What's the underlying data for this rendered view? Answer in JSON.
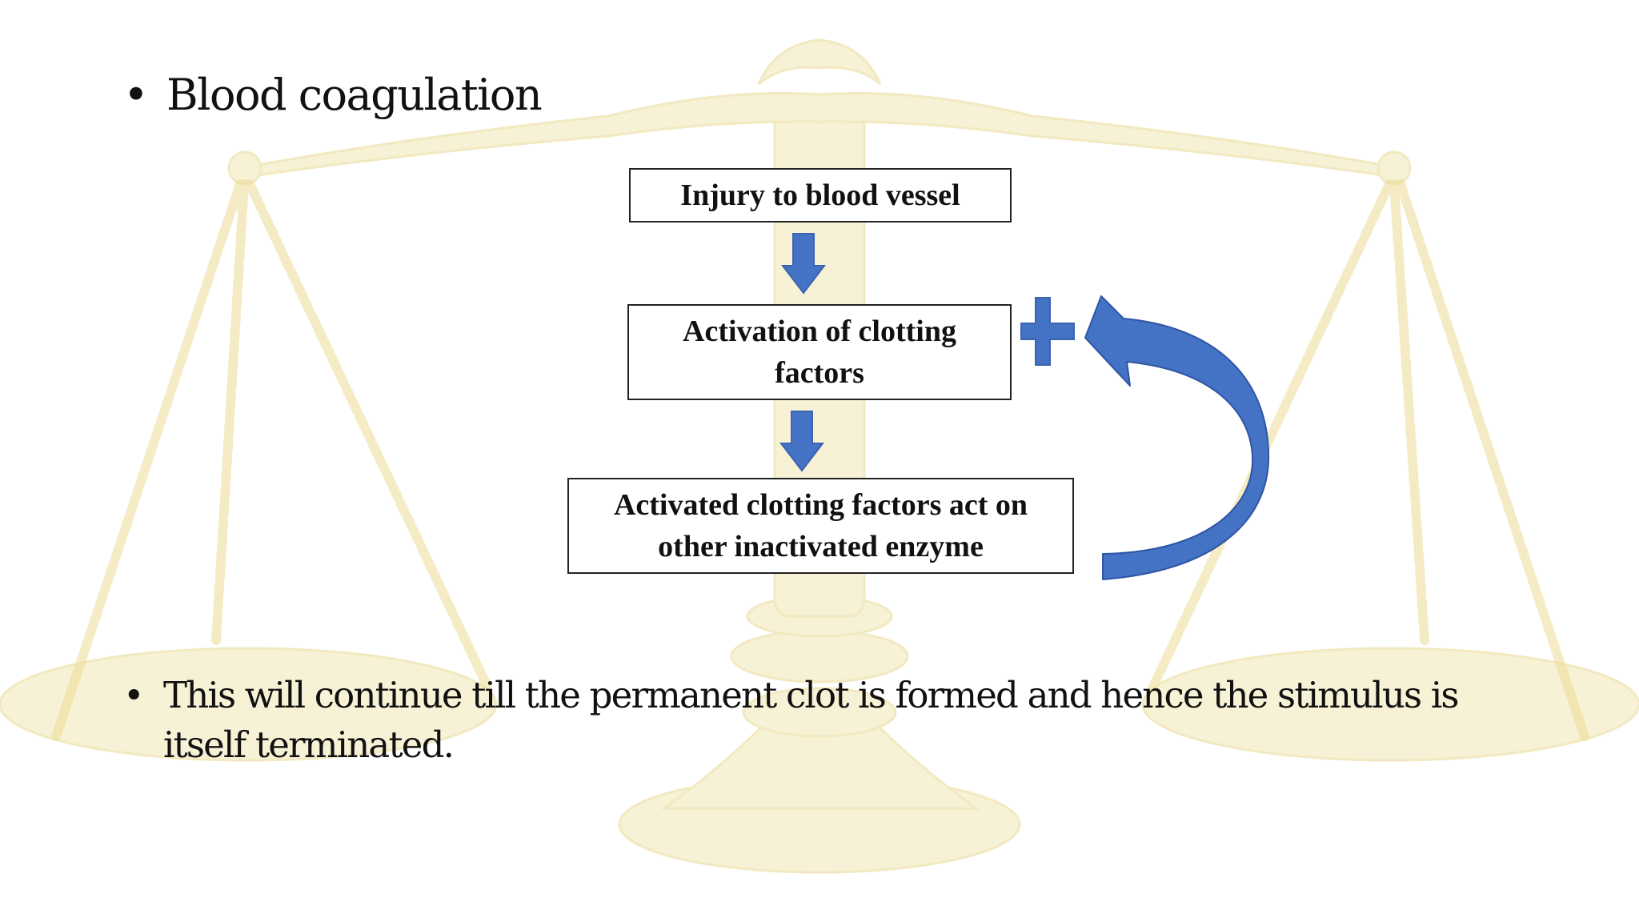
{
  "bullets": [
    "Blood coagulation",
    "This will continue till the permanent clot is formed and hence the stimulus is itself terminated."
  ],
  "bullet_symbol": "•",
  "flow_boxes": {
    "injury": "Injury to blood vessel",
    "activation": "Activation of clotting factors",
    "activated": "Activated clotting factors act on other inactivated enzyme"
  },
  "colors": {
    "arrow_blue": "#4472c4",
    "arrow_blue_dark": "#2f55a4",
    "scale_gold": "#f1e6b3",
    "scale_outline": "#e8d890"
  },
  "icons": {
    "down_arrow": "down-arrow-icon",
    "plus": "plus-icon",
    "feedback_arrow": "curved-feedback-arrow-icon"
  }
}
